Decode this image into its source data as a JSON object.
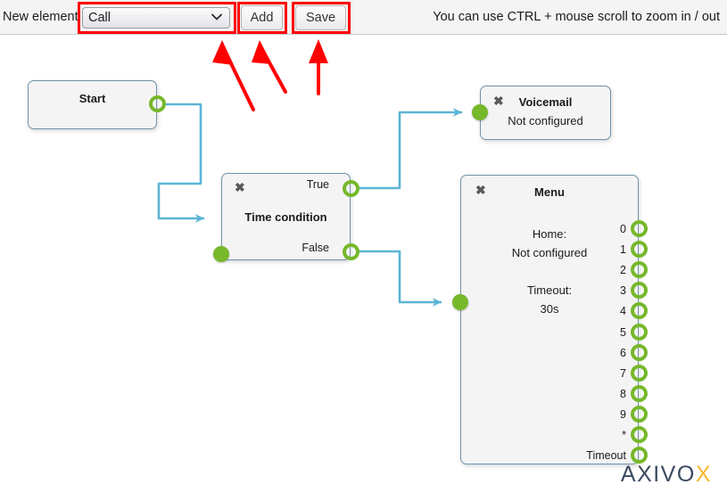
{
  "toolbar": {
    "label": "New element",
    "select_value": "Call",
    "select_options": [
      "Call"
    ],
    "add_label": "Add",
    "save_label": "Save",
    "hint": "You can use CTRL + mouse scroll to zoom in / out",
    "chevron_icon": "chevron-down-icon"
  },
  "nodes": {
    "start": {
      "title": "Start",
      "output_port": "start-output"
    },
    "time_condition": {
      "title": "Time condition",
      "close_icon": "✖",
      "outputs": [
        {
          "label": "True"
        },
        {
          "label": "False"
        }
      ]
    },
    "voicemail": {
      "title": "Voicemail",
      "subtitle": "Not configured",
      "close_icon": "✖"
    },
    "menu": {
      "title": "Menu",
      "close_icon": "✖",
      "home_label": "Home:",
      "home_value": "Not configured",
      "timeout_label": "Timeout:",
      "timeout_value": "30s",
      "outputs": [
        {
          "label": "0"
        },
        {
          "label": "1"
        },
        {
          "label": "2"
        },
        {
          "label": "3"
        },
        {
          "label": "4"
        },
        {
          "label": "5"
        },
        {
          "label": "6"
        },
        {
          "label": "7"
        },
        {
          "label": "8"
        },
        {
          "label": "9"
        },
        {
          "label": "*"
        },
        {
          "label": "Timeout"
        }
      ]
    }
  },
  "logo": {
    "text_main": "AXIVO",
    "text_accent": "X"
  },
  "colors": {
    "wire": "#5bb5d5",
    "port_green": "#76b82a",
    "node_border": "#6f93ab",
    "node_fill": "#f4f4f4",
    "annotation_red": "#ff0000",
    "toolbar_bg": "#f4f4f4",
    "logo_navy": "#3b4a61",
    "logo_amber": "#f5b82e"
  }
}
